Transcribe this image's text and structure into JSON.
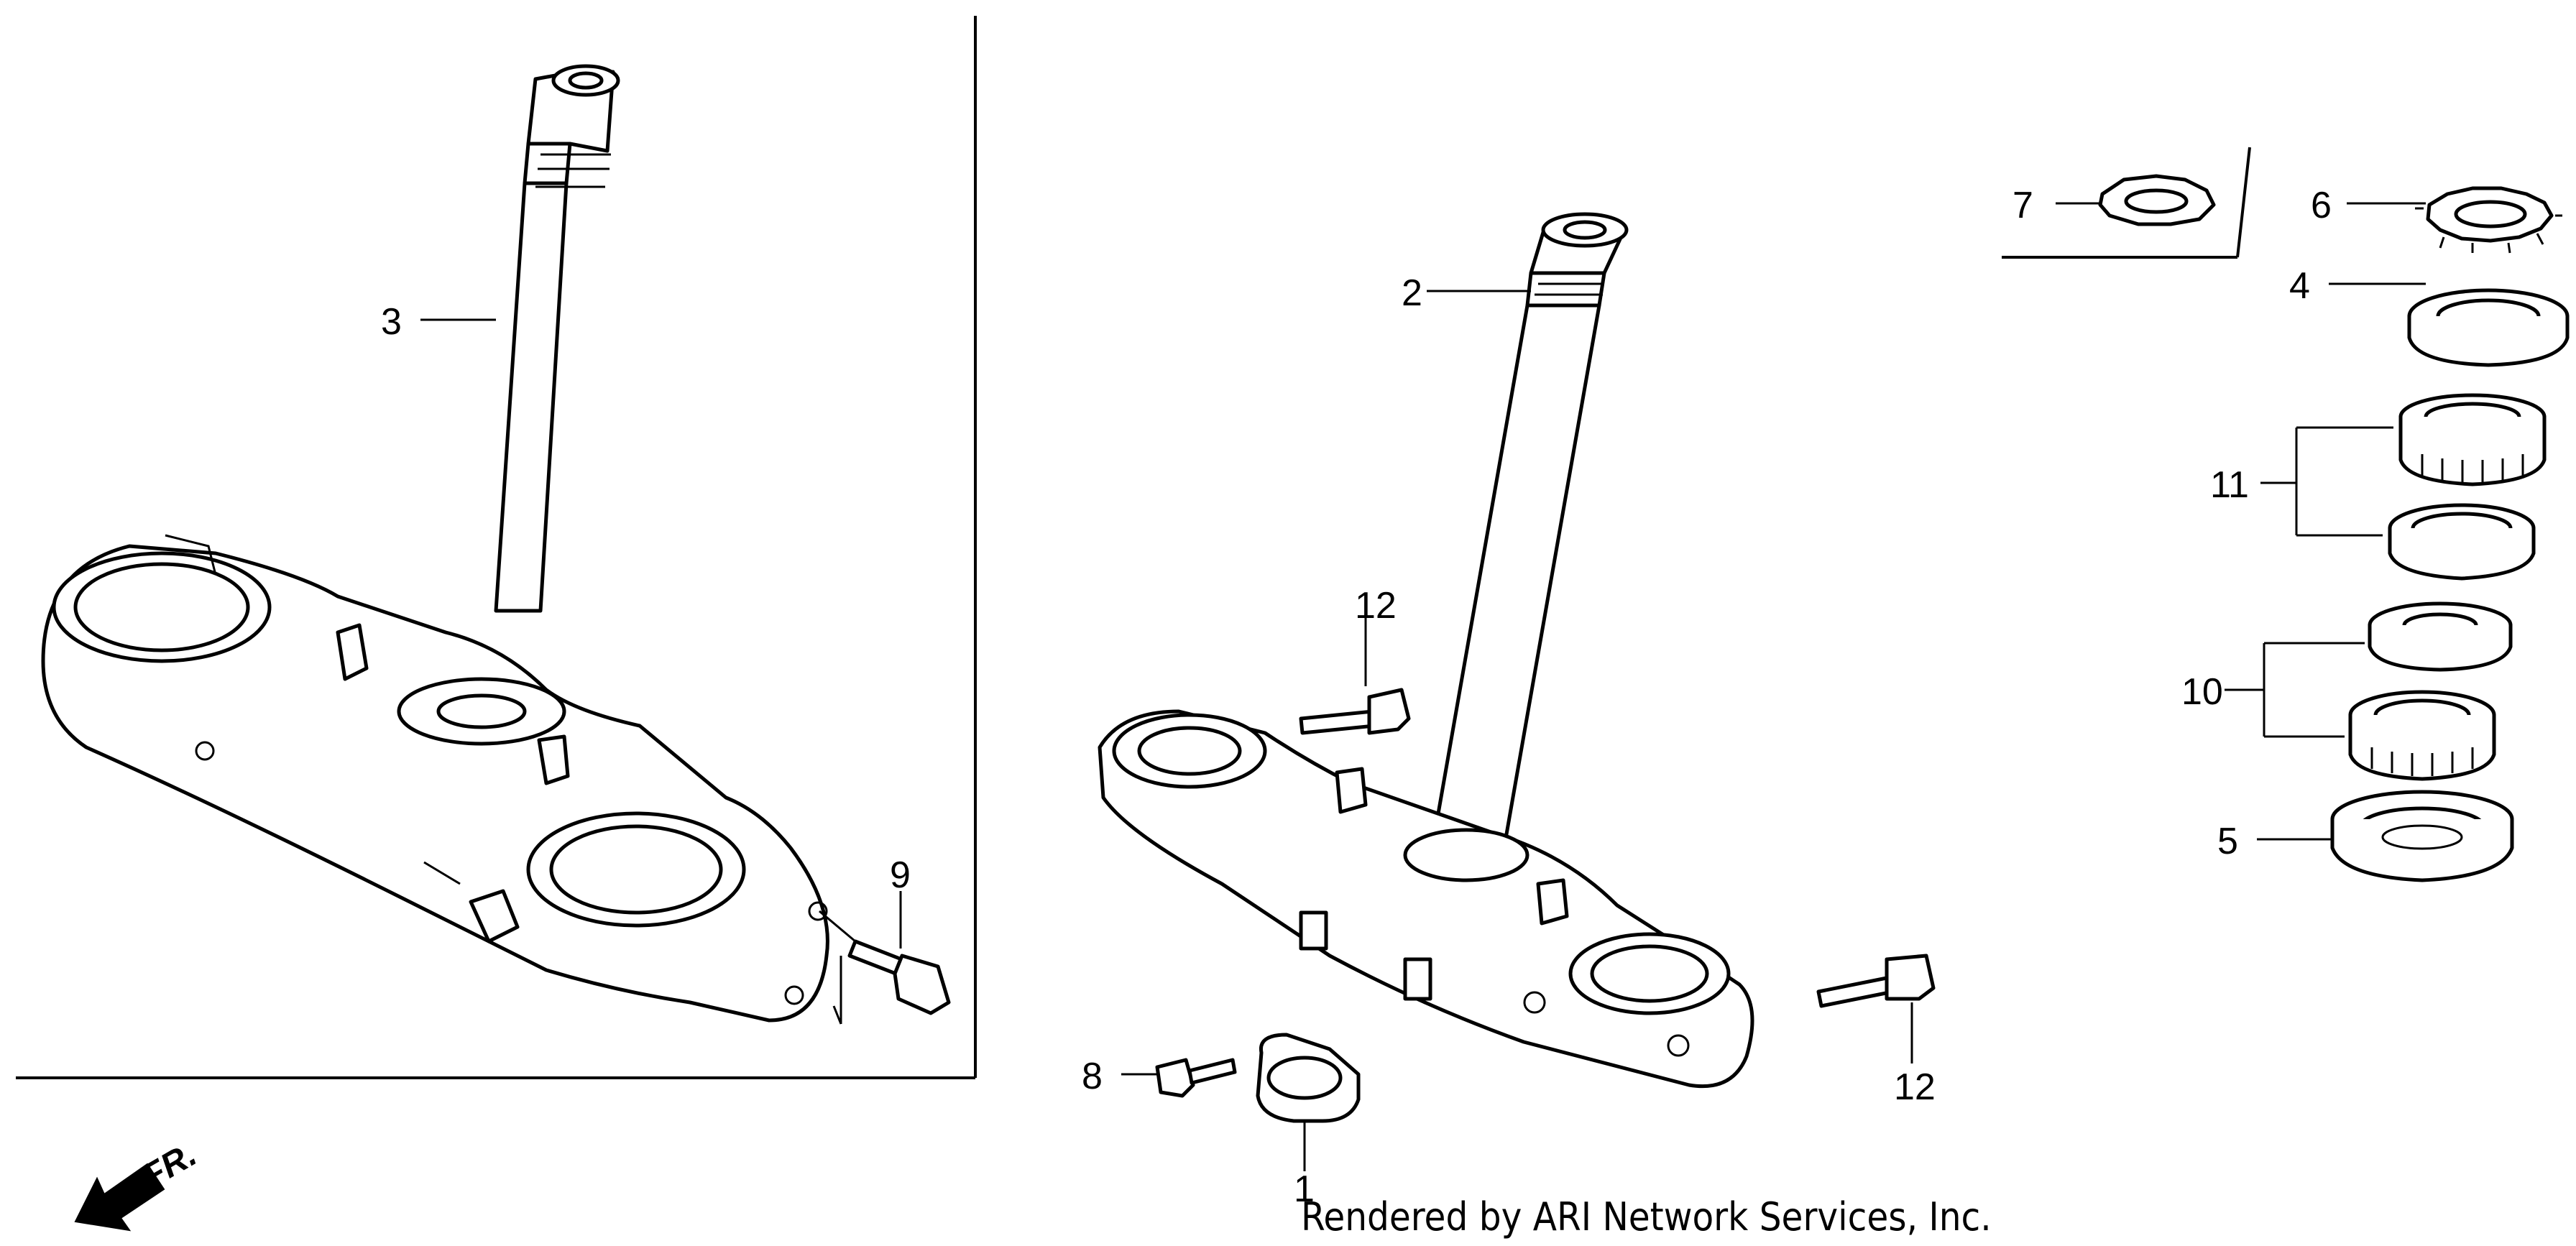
{
  "credit": "Rendered by ARI Network Services, Inc.",
  "direction_label": "FR.",
  "callouts": {
    "c1": "1",
    "c2": "2",
    "c3": "3",
    "c4": "4",
    "c5": "5",
    "c6": "6",
    "c7": "7",
    "c8": "8",
    "c9": "9",
    "c10": "10",
    "c11": "11",
    "c12a": "12",
    "c12b": "12"
  },
  "icons": {
    "direction": "arrow-down-left-icon"
  }
}
